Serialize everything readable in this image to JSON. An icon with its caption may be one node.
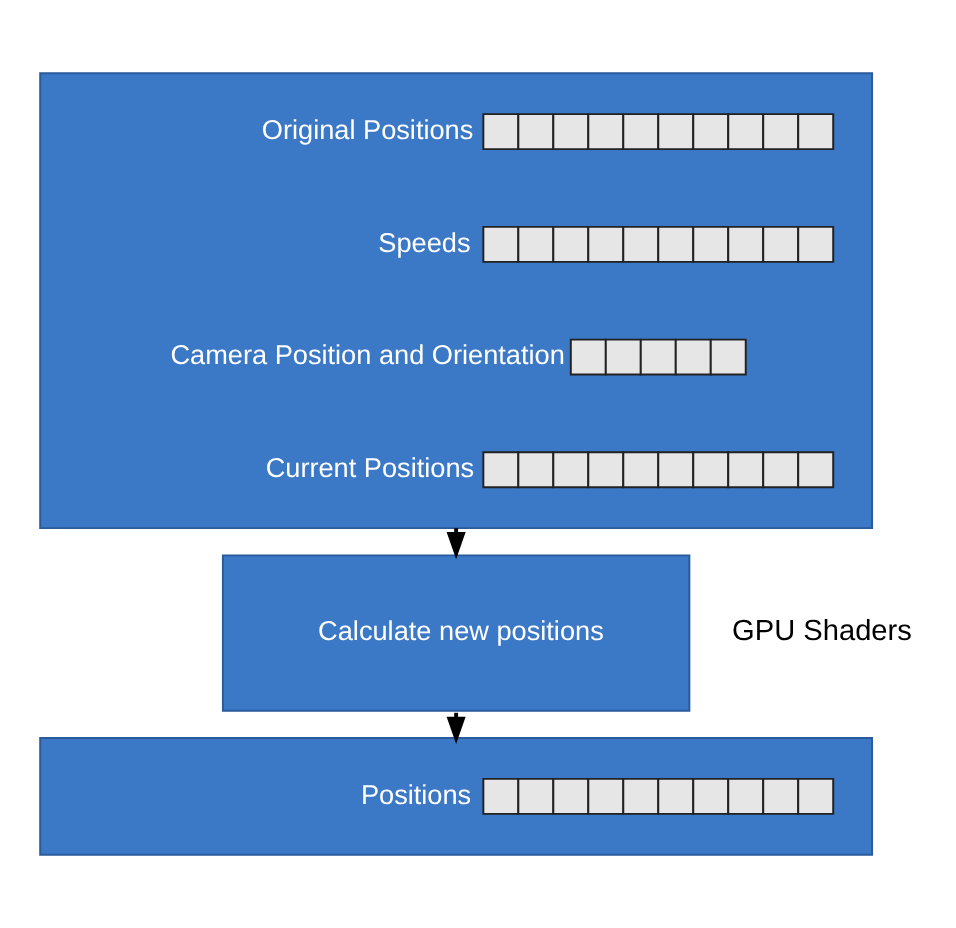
{
  "diagram": {
    "nodes": [
      {
        "text": [],
        "shape": "box"
      },
      {
        "text": [],
        "shape": "bar",
        "in": 0,
        "beside": [
          "Original Positions"
        ]
      },
      {
        "text": [],
        "shape": "bar",
        "in": 0,
        "beside": [
          "Speeds"
        ]
      },
      {
        "text": [],
        "shape": "bar",
        "in": 0,
        "beside": [
          "Camera Position and Orientation"
        ]
      },
      {
        "text": [],
        "shape": "bar",
        "in": 0,
        "beside": [
          "Current Positions"
        ]
      },
      {
        "text": [
          "Calculate new positions"
        ],
        "beside": [
          "GPU Shaders"
        ]
      },
      {
        "text": [],
        "shape": "box"
      },
      {
        "text": [],
        "shape": "bar",
        "in": 6,
        "beside": [
          "Positions"
        ]
      }
    ],
    "edges": [
      {
        "from": 0,
        "to": 5,
        "arrow": "to"
      },
      {
        "from": 5,
        "to": 6,
        "arrow": "to"
      }
    ]
  }
}
